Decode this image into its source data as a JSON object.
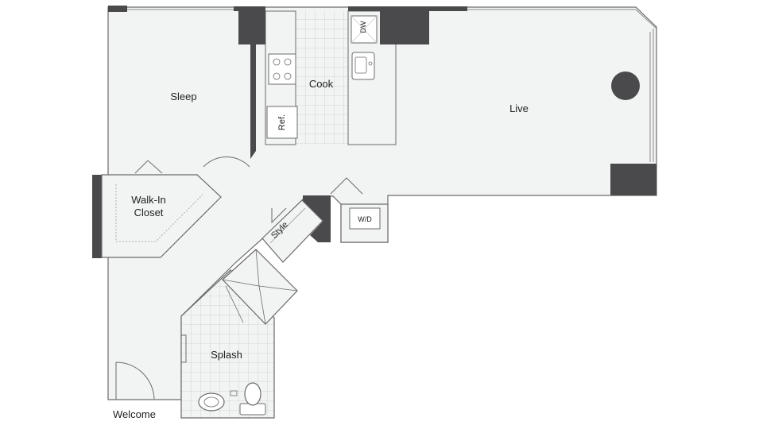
{
  "colors": {
    "floor": "#f2f4f3",
    "wall": "#4a4a4d",
    "line": "#6b6b6b",
    "grid": "#c9cccb",
    "background": "#ffffff"
  },
  "rooms": {
    "sleep": "Sleep",
    "cook": "Cook",
    "live": "Live",
    "walk_in_closet_line1": "Walk-In",
    "walk_in_closet_line2": "Closet",
    "style": "Style",
    "splash": "Splash",
    "welcome": "Welcome"
  },
  "fixtures": {
    "dishwasher": "DW",
    "refrigerator": "Ref.",
    "washer_dryer": "W/D"
  },
  "icons": [
    "range-icon",
    "sink-icon",
    "column-icon",
    "toilet-icon",
    "bathroom-sink-icon",
    "door-swing-icon"
  ]
}
